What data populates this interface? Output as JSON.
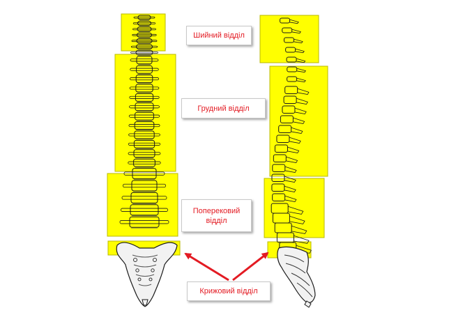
{
  "labels": {
    "cervical": "Шийний відділ",
    "thoracic": "Грудний відділ",
    "lumbar": "Поперековий відділ",
    "sacral": "Крижовий відділ"
  },
  "colors": {
    "highlight": "#ffff00",
    "label_text": "#e31b23",
    "arrow": "#e31b23",
    "bone_outline": "#1a1a1a",
    "sacrum": "#f2f2f2"
  },
  "icons": {
    "front_view": "spine-front-view-icon",
    "side_view": "spine-side-view-icon",
    "arrow": "arrow-icon"
  }
}
